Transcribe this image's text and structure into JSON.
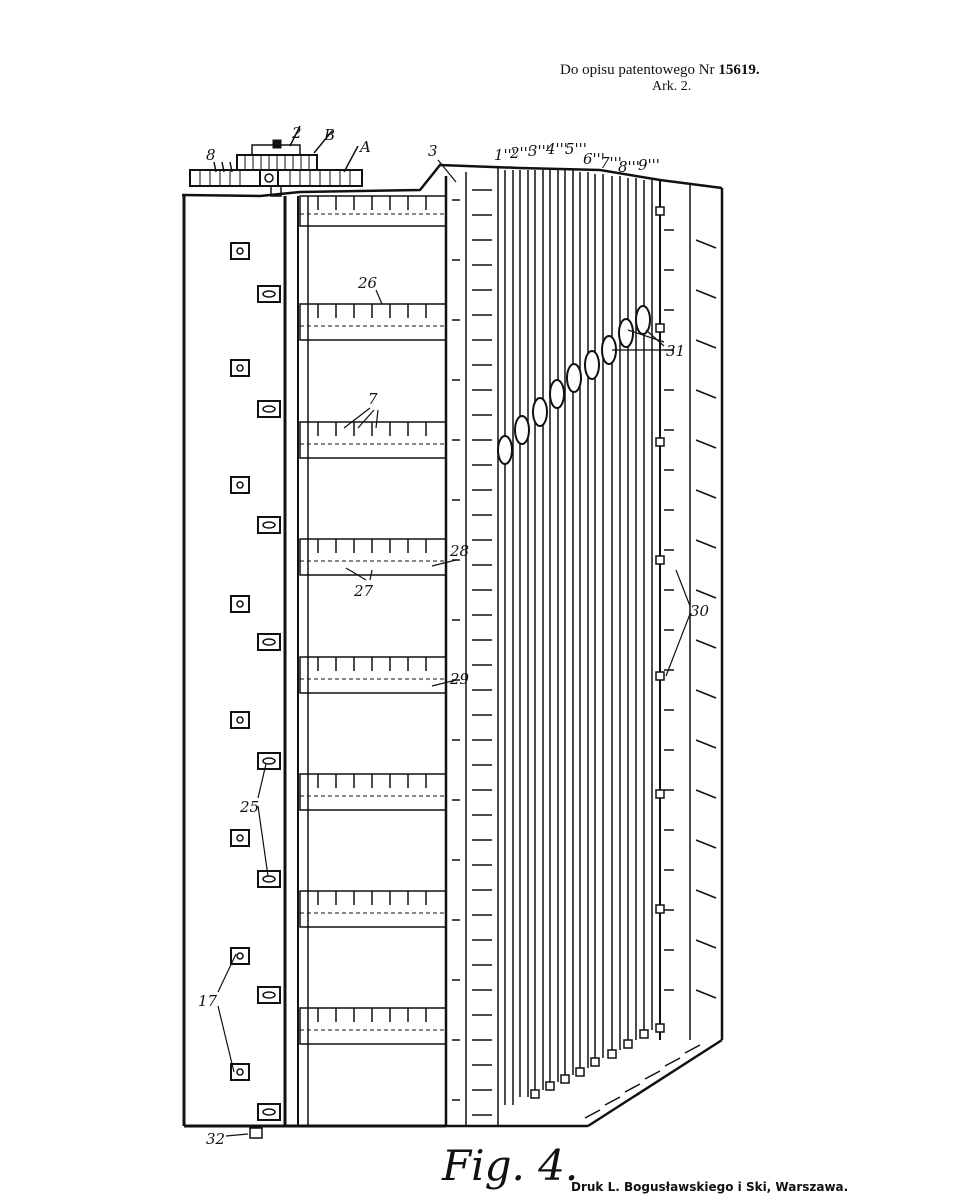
{
  "header": {
    "prefix": "Do opisu patentowego Nr ",
    "patent_number": "15619.",
    "sheet": "Ark. 2."
  },
  "figure": {
    "caption": "Fig. 4.",
    "labels": {
      "l2": "2",
      "lB": "B",
      "lA": "A",
      "l8": "8",
      "l3": "3",
      "l1t": "1'''",
      "l2t": "2'''",
      "l3t": "3'''",
      "l4t": "4'''",
      "l5t": "5'''",
      "l6t": "6'''",
      "l7t": "7'''",
      "l8t": "8'''",
      "l9t": "9'''",
      "l26": "26",
      "l7": "7",
      "l28": "28",
      "l27": "27",
      "l29": "29",
      "l31": "31",
      "l30": "30",
      "l25": "25",
      "l17": "17",
      "l32": "32"
    }
  },
  "footer": {
    "printer": "Druk L. Bogusławskiego i Ski, Warszawa."
  }
}
